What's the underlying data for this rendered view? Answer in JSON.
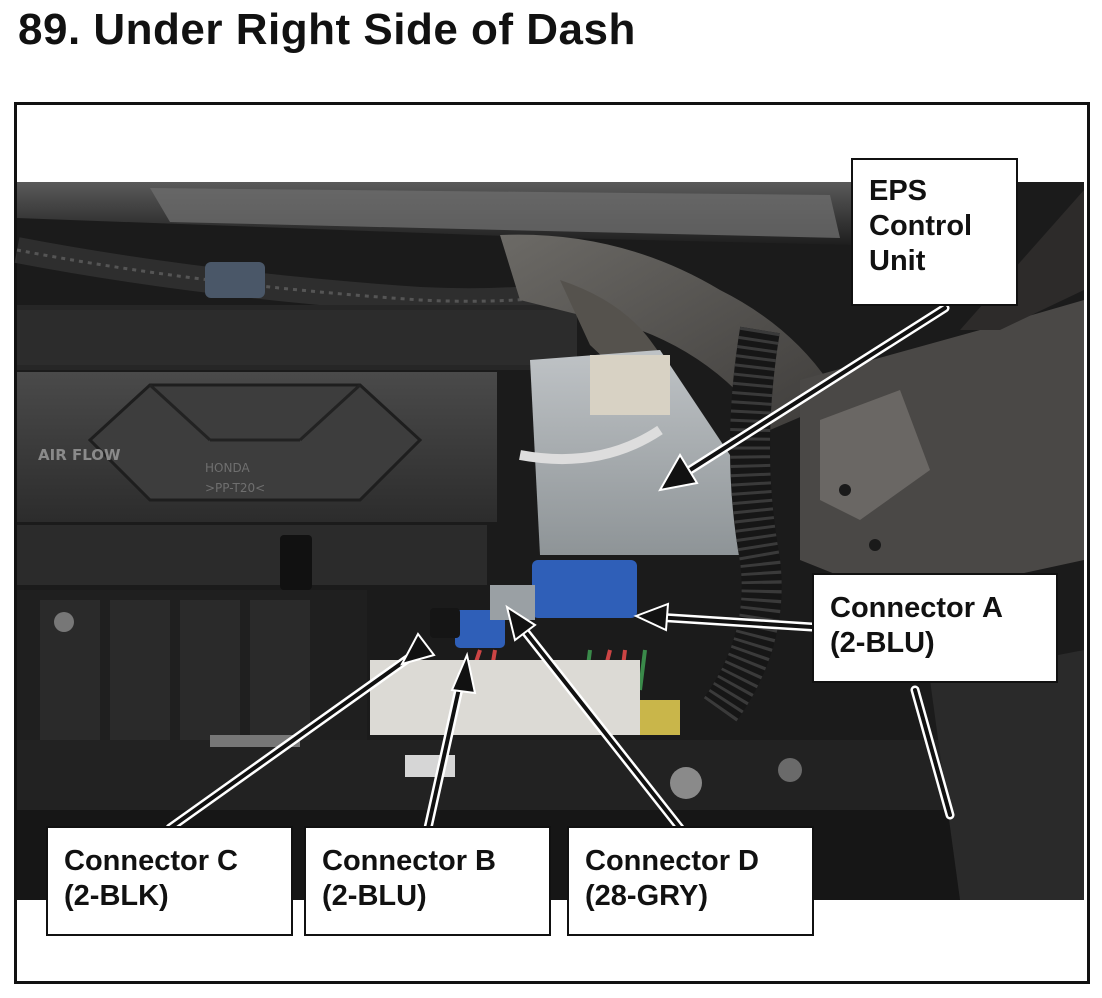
{
  "title": "89.  Under Right Side of Dash",
  "photo": {
    "air_flow_label": "AIR FLOW",
    "filter_mark_1": "HONDA",
    "filter_mark_2": ">PP-T20<"
  },
  "callouts": {
    "eps": [
      "EPS",
      "Control",
      "Unit"
    ],
    "connector_a": [
      "Connector A",
      "(2-BLU)"
    ],
    "connector_b": [
      "Connector B",
      "(2-BLU)"
    ],
    "connector_c": [
      "Connector C",
      "(2-BLK)"
    ],
    "connector_d": [
      "Connector D",
      "(28-GRY)"
    ]
  },
  "colors": {
    "connector_blue": "#2f5fb8",
    "dash_dark": "#2a2a2a",
    "text": "#111111"
  }
}
